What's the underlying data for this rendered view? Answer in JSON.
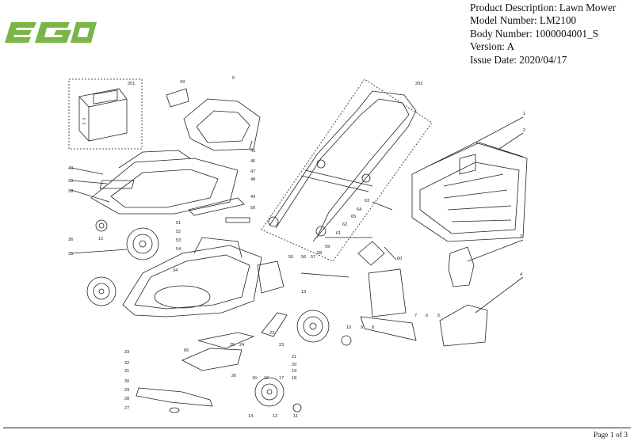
{
  "brand": {
    "logo_text": "EGO",
    "accent": "#7ab547"
  },
  "header": {
    "product_description": "Product Description: Lawn Mower",
    "model_number": "Model Number: LM2100",
    "body_number": "Body Number: 1000004001_S",
    "version": "Version: A",
    "issue_date": "Issue Date: 2020/04/17"
  },
  "footer": {
    "page": "Page 1 of 3"
  },
  "callouts": [
    {
      "id": "201",
      "label": "201"
    },
    {
      "id": "43",
      "label": "43"
    },
    {
      "id": "5a",
      "label": "5"
    },
    {
      "id": "202",
      "label": "202"
    },
    {
      "id": "1",
      "label": "1"
    },
    {
      "id": "2",
      "label": "2"
    },
    {
      "id": "45",
      "label": "45"
    },
    {
      "id": "46",
      "label": "46"
    },
    {
      "id": "47",
      "label": "47"
    },
    {
      "id": "48",
      "label": "48"
    },
    {
      "id": "49",
      "label": "49"
    },
    {
      "id": "50",
      "label": "50"
    },
    {
      "id": "40",
      "label": "40"
    },
    {
      "id": "39",
      "label": "39"
    },
    {
      "id": "38",
      "label": "38"
    },
    {
      "id": "36",
      "label": "36"
    },
    {
      "id": "12a",
      "label": "12"
    },
    {
      "id": "35",
      "label": "35"
    },
    {
      "id": "51",
      "label": "51"
    },
    {
      "id": "52",
      "label": "52"
    },
    {
      "id": "53",
      "label": "53"
    },
    {
      "id": "54",
      "label": "54"
    },
    {
      "id": "63",
      "label": "63"
    },
    {
      "id": "64",
      "label": "64"
    },
    {
      "id": "62",
      "label": "62"
    },
    {
      "id": "61",
      "label": "61"
    },
    {
      "id": "60",
      "label": "60"
    },
    {
      "id": "59",
      "label": "59"
    },
    {
      "id": "58",
      "label": "58"
    },
    {
      "id": "57",
      "label": "57"
    },
    {
      "id": "56",
      "label": "56"
    },
    {
      "id": "55",
      "label": "55"
    },
    {
      "id": "3",
      "label": "3"
    },
    {
      "id": "4",
      "label": "4"
    },
    {
      "id": "13",
      "label": "13"
    },
    {
      "id": "8",
      "label": "8"
    },
    {
      "id": "9",
      "label": "9"
    },
    {
      "id": "10",
      "label": "10"
    },
    {
      "id": "7",
      "label": "7"
    },
    {
      "id": "6",
      "label": "6"
    },
    {
      "id": "5b",
      "label": "5"
    },
    {
      "id": "22",
      "label": "22"
    },
    {
      "id": "23",
      "label": "23"
    },
    {
      "id": "24",
      "label": "24"
    },
    {
      "id": "25",
      "label": "25"
    },
    {
      "id": "21",
      "label": "21"
    },
    {
      "id": "20",
      "label": "20"
    },
    {
      "id": "19",
      "label": "19"
    },
    {
      "id": "18",
      "label": "18"
    },
    {
      "id": "17",
      "label": "17"
    },
    {
      "id": "16",
      "label": "16"
    },
    {
      "id": "15",
      "label": "15"
    },
    {
      "id": "14",
      "label": "14"
    },
    {
      "id": "12b",
      "label": "12"
    },
    {
      "id": "11",
      "label": "11"
    },
    {
      "id": "26",
      "label": "26"
    },
    {
      "id": "33",
      "label": "33"
    },
    {
      "id": "32",
      "label": "32"
    },
    {
      "id": "31",
      "label": "31"
    },
    {
      "id": "30",
      "label": "30"
    },
    {
      "id": "29",
      "label": "29"
    },
    {
      "id": "28",
      "label": "28"
    },
    {
      "id": "27",
      "label": "27"
    },
    {
      "id": "66",
      "label": "66"
    },
    {
      "id": "34",
      "label": "34"
    },
    {
      "id": "65",
      "label": "65"
    }
  ]
}
